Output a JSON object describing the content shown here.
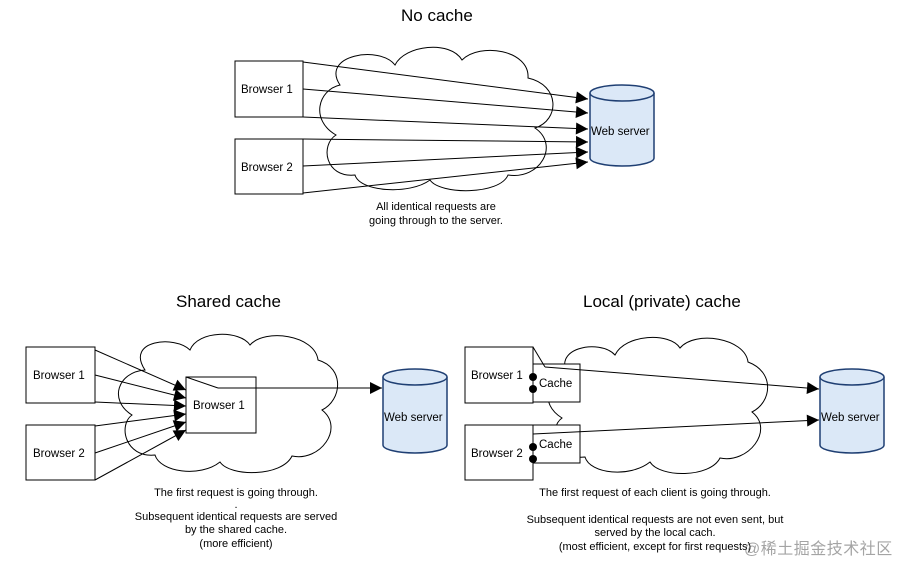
{
  "panels": {
    "no_cache": {
      "title": "No cache",
      "browser1": "Browser 1",
      "browser2": "Browser 2",
      "server": "Web server",
      "caption": [
        "All identical requests are",
        "going through to the server."
      ]
    },
    "shared_cache": {
      "title": "Shared cache",
      "browser1": "Browser 1",
      "browser2": "Browser 2",
      "proxy": "Browser 1",
      "server": "Web server",
      "caption": [
        "The first request is going through.",
        ".",
        "Subsequent identical requests are served",
        "by the shared cache.",
        "(more efficient)"
      ]
    },
    "local_cache": {
      "title": "Local (private) cache",
      "browser1": "Browser 1",
      "browser2": "Browser 2",
      "cache1": "Cache",
      "cache2": "Cache",
      "server": "Web server",
      "caption": [
        "The first request of each client is going through.",
        "",
        "Subsequent identical requests are not even sent, but",
        "served by the local cach.",
        "(most efficient, except for first requests)"
      ]
    }
  },
  "watermark": "@稀土掘金技术社区",
  "colors": {
    "server_fill": "#dbe8f7",
    "server_stroke": "#1f3f73",
    "line": "#000000"
  }
}
